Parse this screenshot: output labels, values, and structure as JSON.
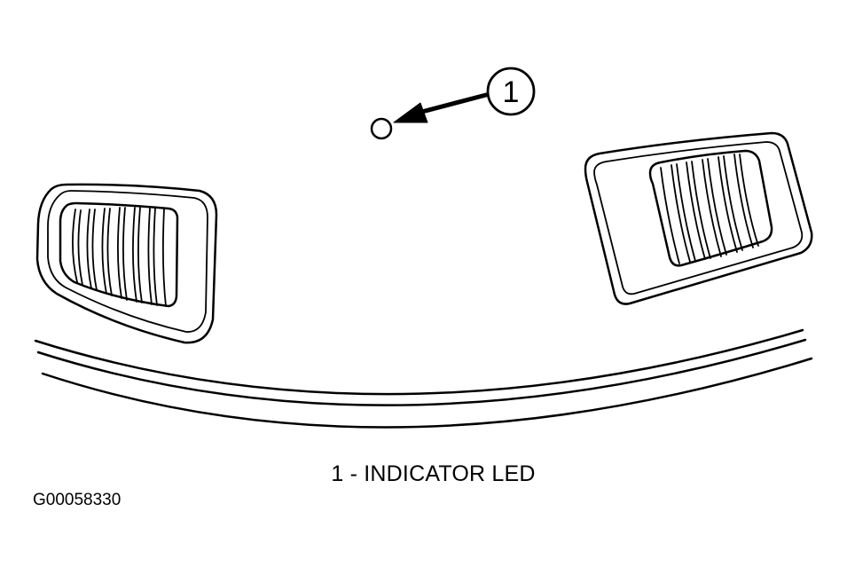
{
  "callout": {
    "number": "1"
  },
  "caption": "1 - INDICATOR LED",
  "figure_id": "G00058330",
  "colors": {
    "line": "#000000",
    "background": "#ffffff"
  }
}
